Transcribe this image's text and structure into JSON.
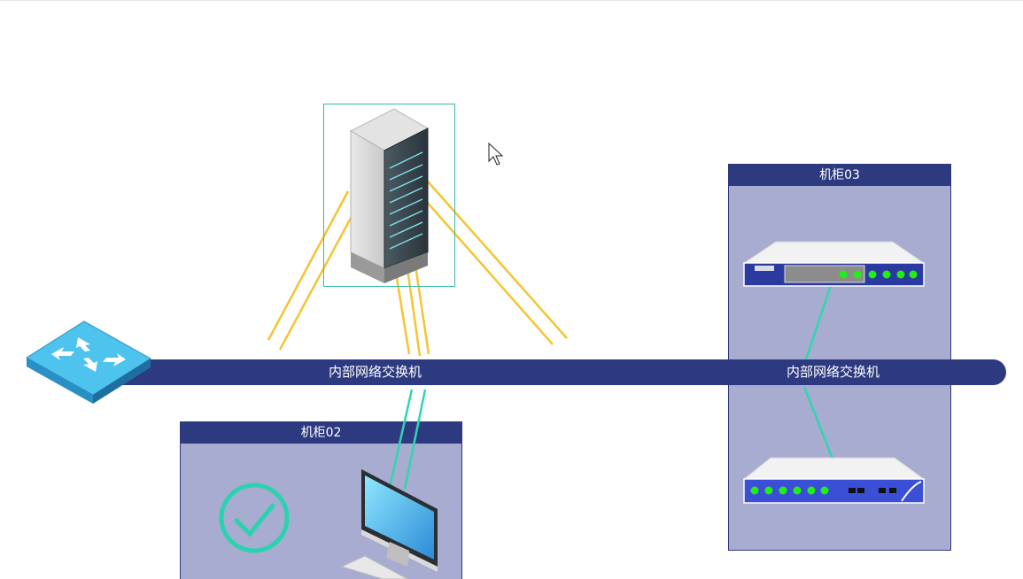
{
  "bus": {
    "label_left": "内部网络交换机",
    "label_right": "内部网络交换机"
  },
  "cabinets": {
    "c02": {
      "title": "机柜02"
    },
    "c03": {
      "title": "机柜03"
    }
  },
  "colors": {
    "bus": "#2e3a80",
    "cabinet_fill": "#a8acd0",
    "yellow_link": "#f6c432",
    "teal_link": "#2fd6b0",
    "status_ok": "#2ad3b0"
  },
  "icons": [
    "switch-icon",
    "server-rack-icon",
    "cursor-icon",
    "router-icon",
    "firewall-icon",
    "check-circle-icon",
    "monitor-icon",
    "keyboard-icon"
  ]
}
